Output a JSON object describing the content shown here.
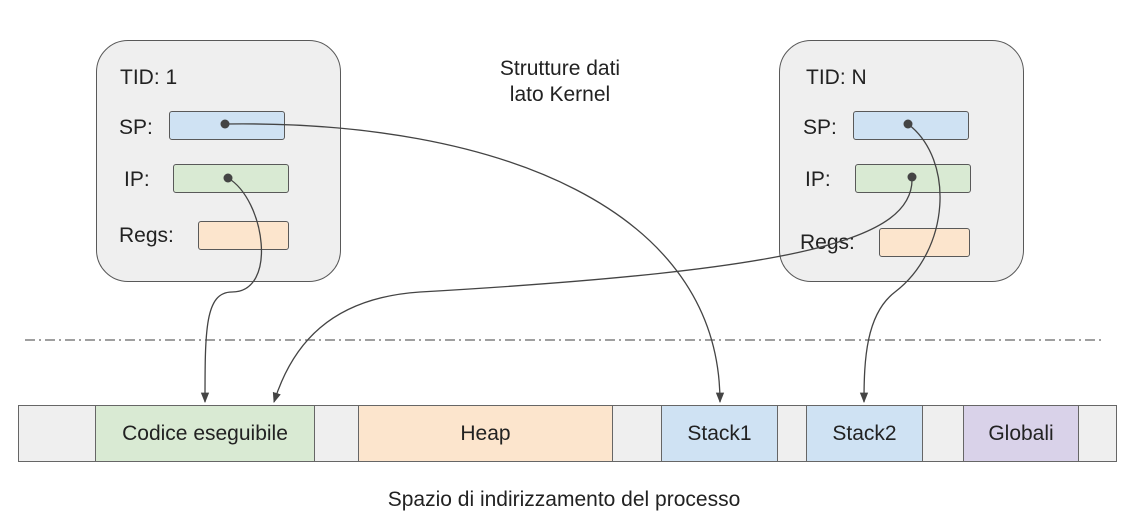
{
  "kernel_label": {
    "line1": "Strutture dati",
    "line2": "lato Kernel"
  },
  "threads": [
    {
      "tid": "TID: 1",
      "sp": "SP:",
      "ip": "IP:",
      "regs": "Regs:"
    },
    {
      "tid": "TID: N",
      "sp": "SP:",
      "ip": "IP:",
      "regs": "Regs:"
    }
  ],
  "segments": {
    "code": "Codice eseguibile",
    "heap": "Heap",
    "stack1": "Stack1",
    "stack2": "Stack2",
    "globals": "Globali"
  },
  "address_space_label": "Spazio di indirizzamento del processo",
  "colors": {
    "code": "#d9ead3",
    "heap": "#fce5cd",
    "stack": "#cfe2f3",
    "globals": "#d9d2e9",
    "gap": "#efefef",
    "sp_field": "#cfe2f3",
    "ip_field": "#d9ead3",
    "regs_field": "#fce5cd",
    "arrow": "#444444"
  }
}
